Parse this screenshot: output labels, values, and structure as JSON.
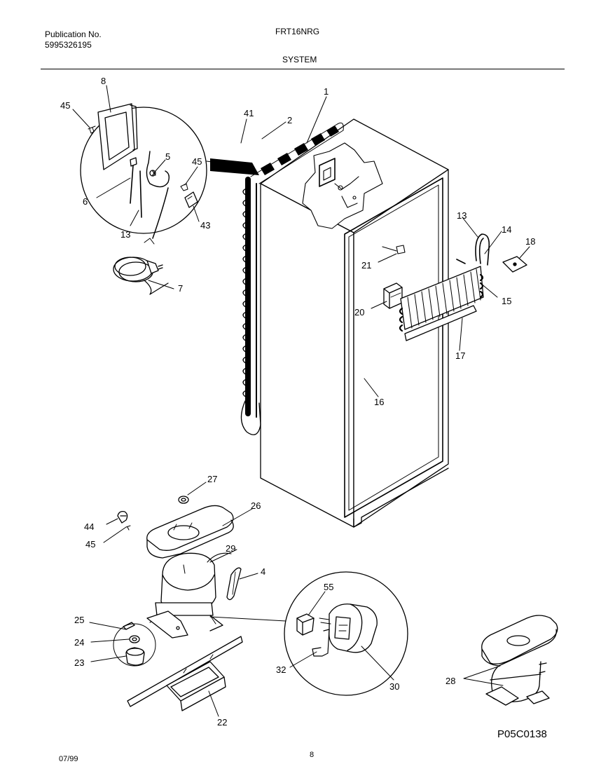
{
  "header": {
    "publication_label": "Publication No.",
    "publication_number": "5995326195",
    "model": "FRT16NRG",
    "section": "SYSTEM"
  },
  "footer": {
    "date": "07/99",
    "page": "8",
    "drawing_code": "P05C0138"
  },
  "part_labels": {
    "p1": "1",
    "p2": "2",
    "p41": "41",
    "p8": "8",
    "p45a": "45",
    "p5": "5",
    "p45b": "45",
    "p6": "6",
    "p13a": "13",
    "p43": "43",
    "p7": "7",
    "p13b": "13",
    "p14": "14",
    "p18": "18",
    "p21": "21",
    "p20": "20",
    "p15": "15",
    "p17": "17",
    "p16": "16",
    "p27": "27",
    "p26": "26",
    "p44": "44",
    "p45c": "45",
    "p29": "29",
    "p4": "4",
    "p55": "55",
    "p25": "25",
    "p24": "24",
    "p23": "23",
    "p32": "32",
    "p30": "30",
    "p28": "28",
    "p22": "22"
  }
}
